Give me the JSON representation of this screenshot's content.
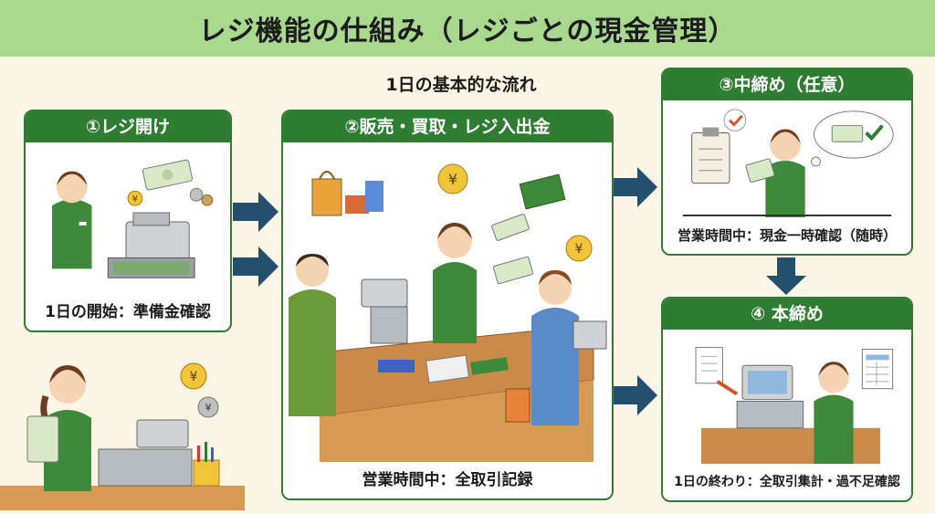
{
  "title": "レジ機能の仕組み（レジごとの現金管理）",
  "flow_label": "1日の基本的な流れ",
  "steps": [
    {
      "header": "①レジ開け",
      "caption": "1日の開始：準備金確認"
    },
    {
      "header": "②販売・買取・レジ入出金",
      "caption": "営業時間中：全取引記録"
    },
    {
      "header": "③中締め（任意）",
      "caption": "営業時間中：現金一時確認（随時）"
    },
    {
      "header": "④ 本締め",
      "caption": "1日の終わり：全取引集計・過不足確認"
    }
  ],
  "colors": {
    "title_bg": "#a9d98f",
    "card_border": "#2e7d32",
    "arrow": "#24506e",
    "background": "#fbf5e6"
  },
  "icons": [
    "yen-coin-icon",
    "banknote-icon",
    "checkmark-icon",
    "clipboard-icon",
    "book-icon",
    "shopping-bag-icon"
  ]
}
